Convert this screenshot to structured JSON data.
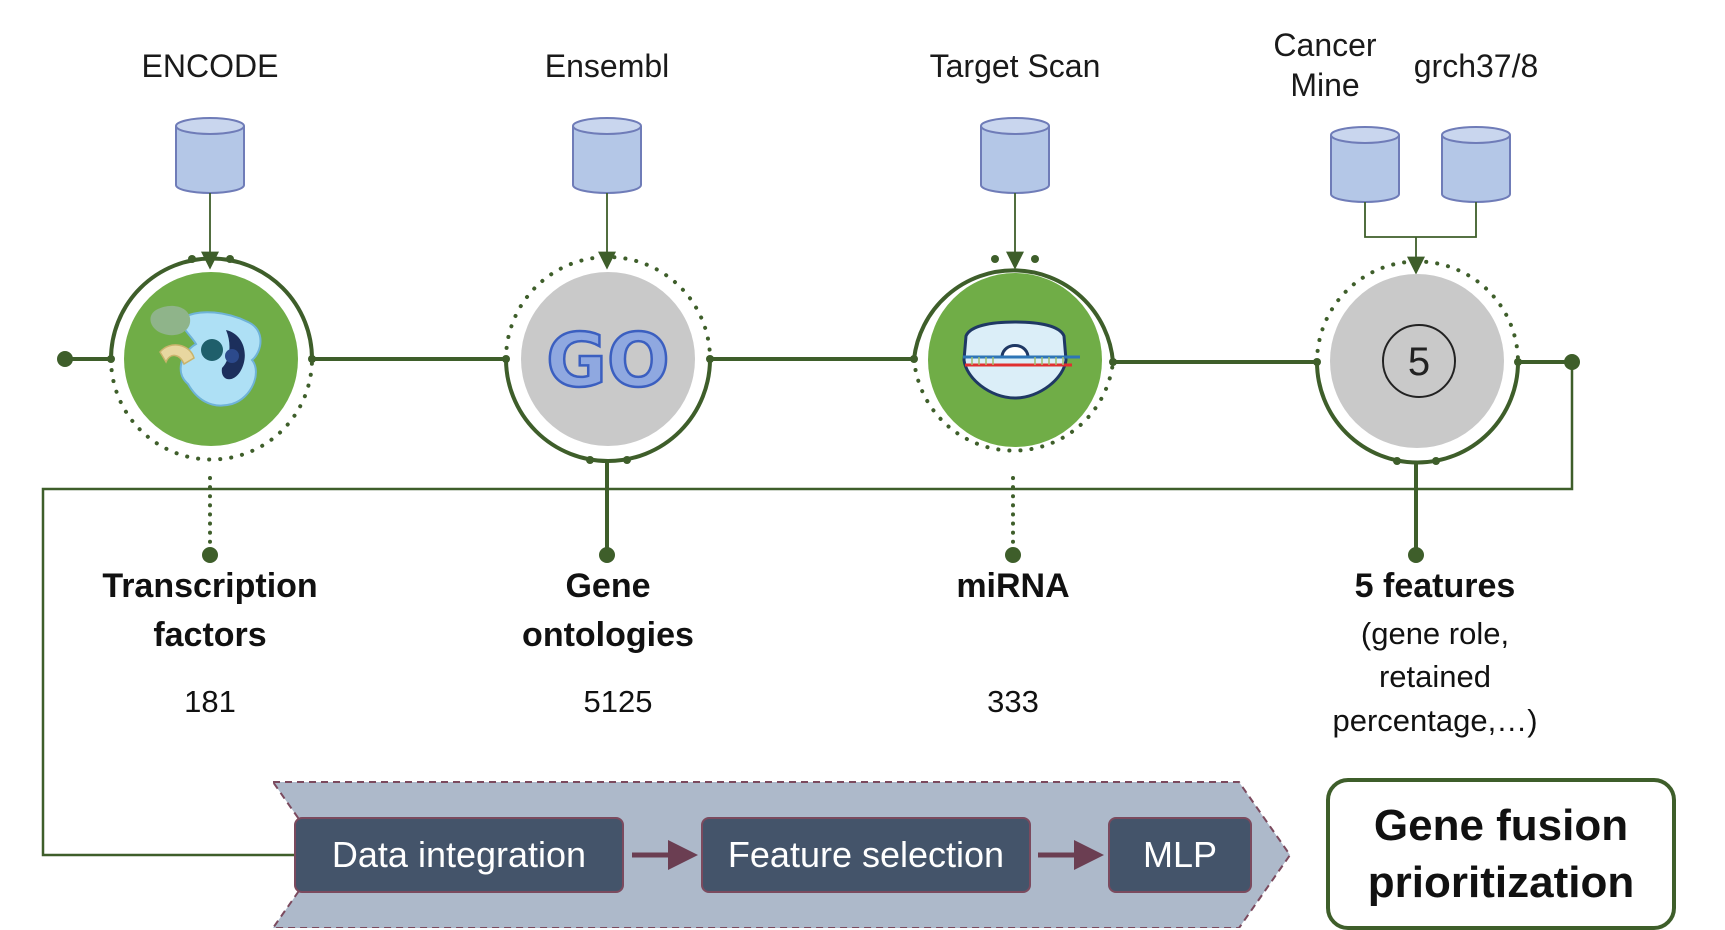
{
  "colors": {
    "line": "#3e5e2a",
    "green_fill": "#70ad47",
    "grey_fill": "#c9c9c9",
    "db_fill": "#b4c7e7",
    "db_stroke": "#6f7cb8",
    "step_fill": "#44546a",
    "arrow_band": "#adb9ca"
  },
  "sources": {
    "encode": "ENCODE",
    "ensembl": "Ensembl",
    "targetscan": "Target Scan",
    "cancermine_line1": "Cancer",
    "cancermine_line2": "Mine",
    "grch": "grch37/8"
  },
  "nodes": {
    "go_text": "GO",
    "five_text": "5"
  },
  "features": {
    "tf": {
      "line1": "Transcription",
      "line2": "factors",
      "count": "181"
    },
    "go": {
      "line1": "Gene",
      "line2": "ontologies",
      "count": "5125"
    },
    "mirna": {
      "line1": "miRNA",
      "count": "333"
    },
    "five": {
      "line1": "5 features",
      "desc1": "(gene role,",
      "desc2": "retained",
      "desc3": "percentage,…)"
    }
  },
  "pipeline": {
    "steps": [
      "Data integration",
      "Feature selection",
      "MLP"
    ]
  },
  "result": {
    "line1": "Gene fusion",
    "line2": "prioritization"
  }
}
